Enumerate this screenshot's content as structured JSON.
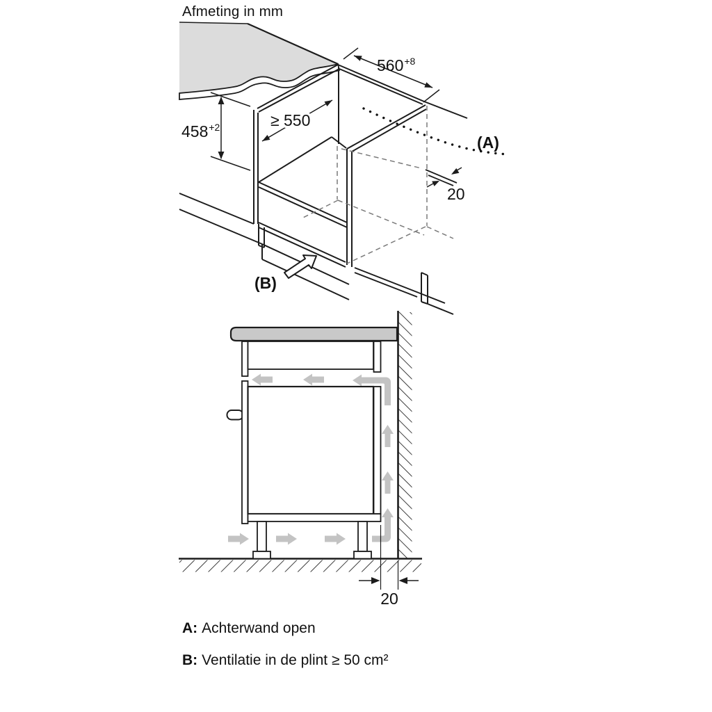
{
  "title": "Afmeting in mm",
  "iso_diagram": {
    "dim_width_base": "560",
    "dim_width_sup": "+8",
    "dim_depth": "≥ 550",
    "dim_height_base": "458",
    "dim_height_sup": "+2",
    "dim_back_gap": "20",
    "label_a": "(A)",
    "label_b": "(B)"
  },
  "side_diagram": {
    "dim_plinth_gap": "20"
  },
  "legend": {
    "a_key": "A:",
    "a_text": "Achterwand open",
    "b_key": "B:",
    "b_text": "Ventilatie in de plint ≥ 50 cm²"
  },
  "colors": {
    "line": "#1c1c1c",
    "counter_fill": "#c9c9c9",
    "slab_fill": "#dcdcdc",
    "arrow_fill": "#c3c3c3",
    "dashed_line": "#7a7a7a"
  }
}
